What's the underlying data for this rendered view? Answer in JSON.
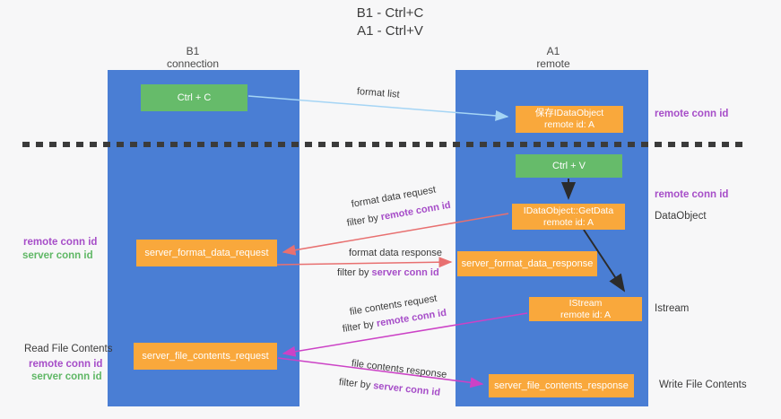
{
  "title": {
    "line1": "B1 - Ctrl+C",
    "line2": "A1 - Ctrl+V"
  },
  "lanes": {
    "left": {
      "title": "B1",
      "subtitle": "connection"
    },
    "right": {
      "title": "A1",
      "subtitle": "remote"
    }
  },
  "nodes": {
    "ctrl_c": {
      "label": "Ctrl + C"
    },
    "ctrl_v": {
      "label": "Ctrl + V"
    },
    "save_idataobject": {
      "line1": "保存IDataObject",
      "line2": "remote id: A"
    },
    "getdata": {
      "line1": "IDataObject::GetData",
      "line2": "remote id: A"
    },
    "istream": {
      "line1": "IStream",
      "line2": "remote id: A"
    },
    "server_format_data_request": {
      "label": "server_format_data_request"
    },
    "server_format_data_response": {
      "label": "server_format_data_response"
    },
    "server_file_contents_request": {
      "label": "server_file_contents_request"
    },
    "server_file_contents_response": {
      "label": "server_file_contents_response"
    }
  },
  "arrow_labels": {
    "format_list": "format list",
    "format_data_request": "format data request",
    "format_data_response": "format data response",
    "file_contents_request": "file contents request",
    "file_contents_response": "file contents response",
    "filter_by": "filter by",
    "remote_conn_id": "remote conn id",
    "server_conn_id": "server conn id"
  },
  "side_labels": {
    "remote_conn_id_top": "remote conn id",
    "remote_conn_id_mid": "remote conn id",
    "dataobject": "DataObject",
    "istream": "Istream",
    "write_file_contents": "Write File Contents",
    "read_file_contents": "Read File Contents",
    "left_remote_conn_id_1": "remote conn id",
    "left_server_conn_id_1": "server conn id",
    "left_remote_conn_id_2": "remote conn id",
    "left_server_conn_id_2": "server conn id"
  },
  "colors": {
    "lane_blue": "#4a7ed4",
    "node_green": "#66bb6a",
    "node_orange": "#f9a83c",
    "purple_text": "#a64dc8",
    "green_text": "#5fb765",
    "red_arrow": "#e87070",
    "magenta_arrow": "#cc42c6",
    "light_blue_arrow": "#a5d5f5",
    "black_arrow": "#2b2b2b"
  }
}
